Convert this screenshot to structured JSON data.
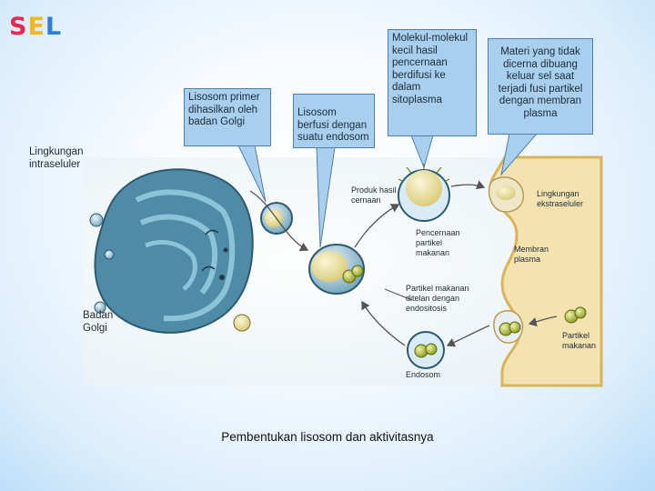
{
  "logo": {
    "text": "SEL",
    "letters": [
      "S",
      "E",
      "L"
    ],
    "colors": [
      "#e8294f",
      "#f2b81d",
      "#2f7fd6"
    ]
  },
  "callouts": {
    "lysosome_primary": "Lisosom primer dihasilkan oleh badan Golgi",
    "lysosome_fuses": "Lisosom berfusi dengan suatu endosom",
    "small_molecules": "Molekul-molekul kecil hasil pencernaan berdifusi ke dalam sitoplasma",
    "undigested": "Materi yang tidak dicerna dibuang keluar sel saat terjadi fusi partikel dengan membran plasma"
  },
  "labels": {
    "intracellular": "Lingkungan intraseluler",
    "digestion_products": "Produk hasil cernaan",
    "extracellular": "Lingkungan ekstraseluler",
    "food_digestion": "Pencernaan partikel makanan",
    "plasma_membrane": "Membran plasma",
    "food_ingested": "Partikel makanan ditelan dengan endositosis",
    "golgi": "Badan Golgi",
    "food_particles": "Partikel makanan",
    "endosome": "Endosom"
  },
  "caption": "Pembentukan lisosom dan aktivitasnya",
  "colors": {
    "callout_fill": "#a9cfef",
    "callout_border": "#4f7fa6",
    "extracellular": "#f4e3b0",
    "golgi": "#5c8ea6",
    "lysosome": "#e6dc8f",
    "food_particle": "#b7c54a"
  }
}
